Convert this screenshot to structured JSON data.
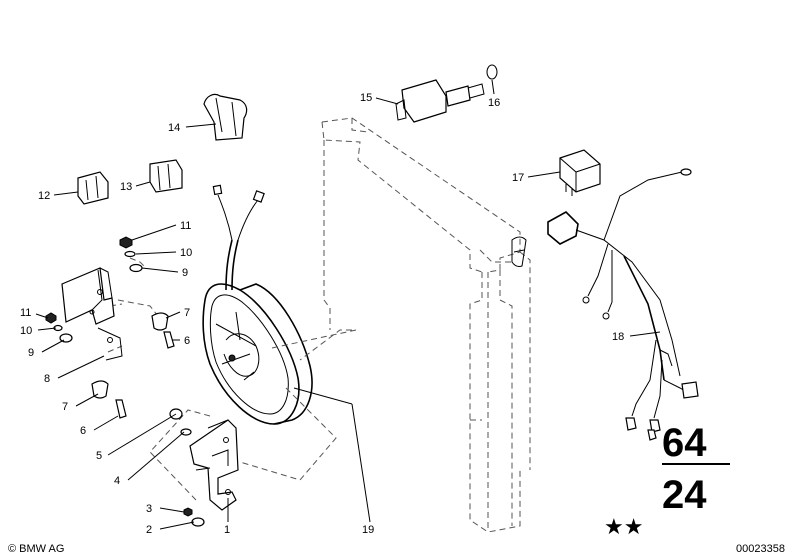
{
  "parts": [
    {
      "id": "p1",
      "label": "1"
    },
    {
      "id": "p2",
      "label": "2"
    },
    {
      "id": "p3",
      "label": "3"
    },
    {
      "id": "p4",
      "label": "4"
    },
    {
      "id": "p5",
      "label": "5"
    },
    {
      "id": "p6a",
      "label": "6"
    },
    {
      "id": "p6b",
      "label": "6"
    },
    {
      "id": "p7a",
      "label": "7"
    },
    {
      "id": "p7b",
      "label": "7"
    },
    {
      "id": "p8",
      "label": "8"
    },
    {
      "id": "p9a",
      "label": "9"
    },
    {
      "id": "p9b",
      "label": "9"
    },
    {
      "id": "p10a",
      "label": "10"
    },
    {
      "id": "p10b",
      "label": "10"
    },
    {
      "id": "p11a",
      "label": "11"
    },
    {
      "id": "p11b",
      "label": "11"
    },
    {
      "id": "p12",
      "label": "12"
    },
    {
      "id": "p13",
      "label": "13"
    },
    {
      "id": "p14",
      "label": "14"
    },
    {
      "id": "p15",
      "label": "15"
    },
    {
      "id": "p16",
      "label": "16"
    },
    {
      "id": "p17",
      "label": "17"
    },
    {
      "id": "p18",
      "label": "18"
    },
    {
      "id": "p19",
      "label": "19"
    }
  ],
  "group": {
    "main": "64",
    "sub": "24"
  },
  "stars": "★★",
  "footer": {
    "copyright": "© BMW AG",
    "diagram_id": "00023358"
  }
}
